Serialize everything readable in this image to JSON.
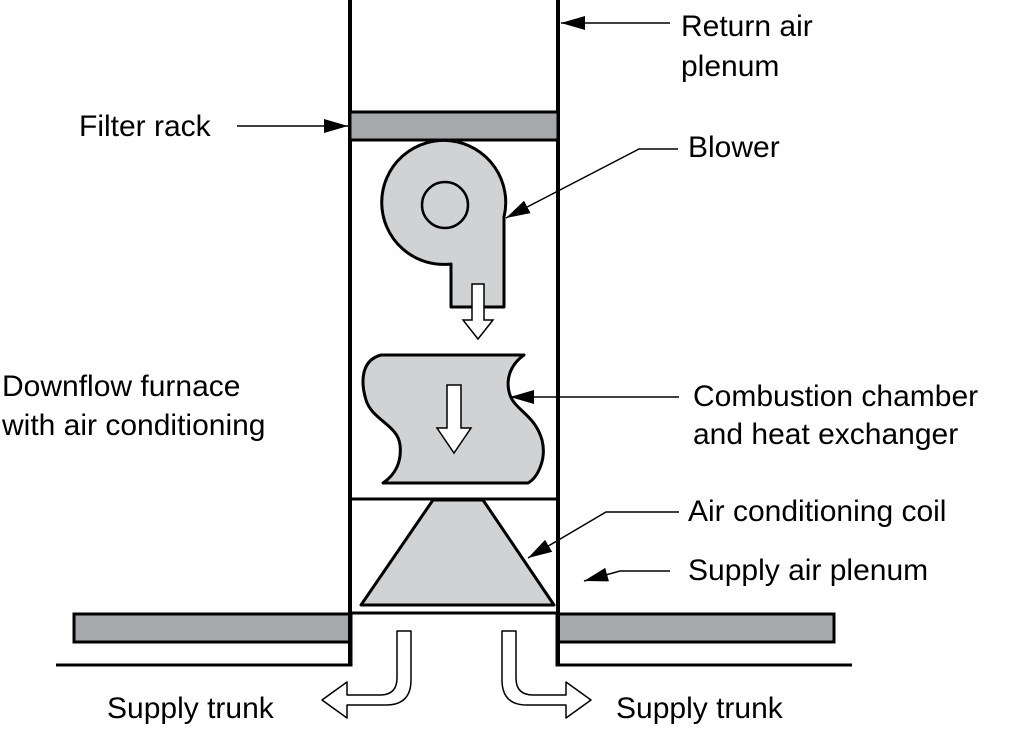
{
  "title": "Downflow furnace with air conditioning",
  "colors": {
    "outline": "#000000",
    "filter_fill": "#a7a8ab",
    "component_fill": "#d1d2d4",
    "trunk_fill": "#a7a8ab",
    "arrow_fill": "#ffffff",
    "background": "#ffffff"
  },
  "labels": {
    "return_air_line1": "Return air",
    "return_air_line2": "plenum",
    "filter_rack": "Filter rack",
    "blower": "Blower",
    "downflow_line1": "Downflow furnace",
    "downflow_line2": "with air conditioning",
    "combustion_line1": "Combustion chamber",
    "combustion_line2": "and heat exchanger",
    "ac_coil": "Air conditioning coil",
    "supply_plenum": "Supply air plenum",
    "supply_trunk_left": "Supply trunk",
    "supply_trunk_right": "Supply trunk"
  },
  "components": [
    {
      "id": "return-air-plenum",
      "name": "Return air plenum"
    },
    {
      "id": "filter-rack",
      "name": "Filter rack"
    },
    {
      "id": "blower",
      "name": "Blower"
    },
    {
      "id": "combustion-chamber",
      "name": "Combustion chamber and heat exchanger"
    },
    {
      "id": "ac-coil",
      "name": "Air conditioning coil"
    },
    {
      "id": "supply-air-plenum",
      "name": "Supply air plenum"
    },
    {
      "id": "supply-trunk-left",
      "name": "Supply trunk"
    },
    {
      "id": "supply-trunk-right",
      "name": "Supply trunk"
    }
  ],
  "airflow_direction": "downward"
}
